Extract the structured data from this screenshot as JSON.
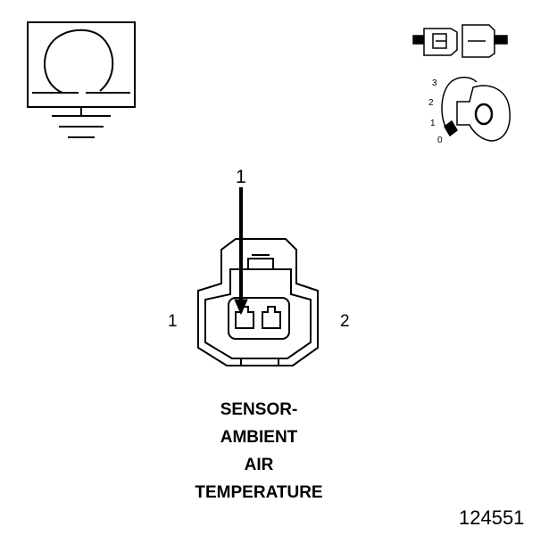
{
  "ohm_symbol": {
    "glyph": "Ω"
  },
  "key_positions": [
    "3",
    "2",
    "1",
    "0"
  ],
  "key_label": "0",
  "connector": {
    "pointer_label": "1",
    "pin_left_label": "1",
    "pin_right_label": "2"
  },
  "caption_lines": [
    "SENSOR-",
    "AMBIENT",
    "AIR",
    "TEMPERATURE"
  ],
  "figure_id": "124551"
}
